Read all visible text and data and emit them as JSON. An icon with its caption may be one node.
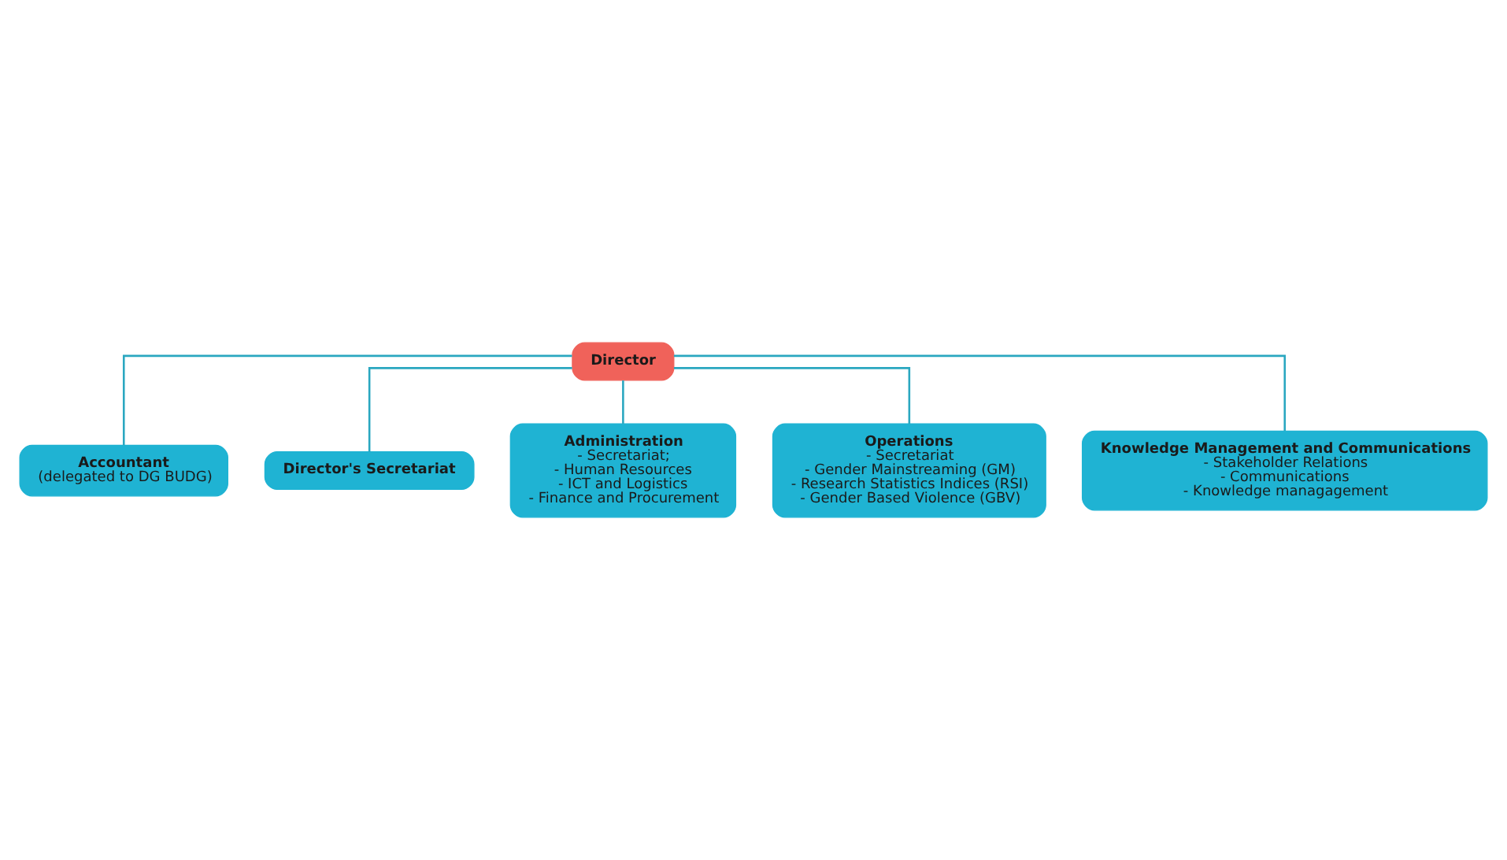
{
  "diagram": {
    "nodes": [
      {
        "text": [
          "Director"
        ]
      },
      {
        "text": [
          "Accountant",
          "(delegated to DG BUDG)"
        ]
      },
      {
        "text": [
          "Director's Secretariat"
        ]
      },
      {
        "text": [
          "Administration",
          "- Secretariat;",
          "- Human Resources",
          "- ICT and Logistics",
          "- Finance and Procurement"
        ]
      },
      {
        "text": [
          "Operations",
          "- Secretariat",
          "- Gender Mainstreaming (GM)",
          "- Research Statistics Indices (RSI)",
          "- Gender Based Violence (GBV)"
        ]
      },
      {
        "text": [
          "Knowledge Management and Communications",
          "- Stakeholder Relations",
          "- Communications",
          "- Knowledge managagement"
        ]
      }
    ],
    "edges": [
      {
        "from": 0,
        "to": 1,
        "arrow": "none"
      },
      {
        "from": 0,
        "to": 2,
        "arrow": "none"
      },
      {
        "from": 0,
        "to": 3,
        "arrow": "none"
      },
      {
        "from": 0,
        "to": 4,
        "arrow": "none"
      },
      {
        "from": 0,
        "to": 5,
        "arrow": "none"
      }
    ]
  }
}
